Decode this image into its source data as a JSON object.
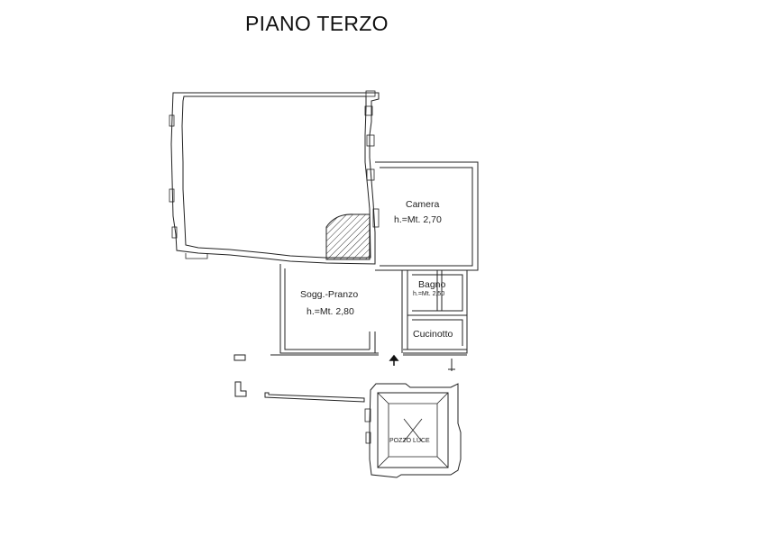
{
  "title": "PIANO TERZO",
  "rooms": {
    "camera": {
      "name": "Camera",
      "height": "h.=Mt. 2,70"
    },
    "bagno": {
      "name": "Bagno",
      "height": "h.=Mt. 2,50"
    },
    "soggiorno": {
      "name": "Sogg.-Pranzo",
      "height": "h.=Mt. 2,80"
    },
    "cucinotto": {
      "name": "Cucinotto"
    },
    "pozzo_luce": {
      "name": "POZZO LUCE"
    }
  },
  "symbols": {
    "entrance": "arrow-up-icon",
    "hatch": "diagonal-hatch"
  }
}
